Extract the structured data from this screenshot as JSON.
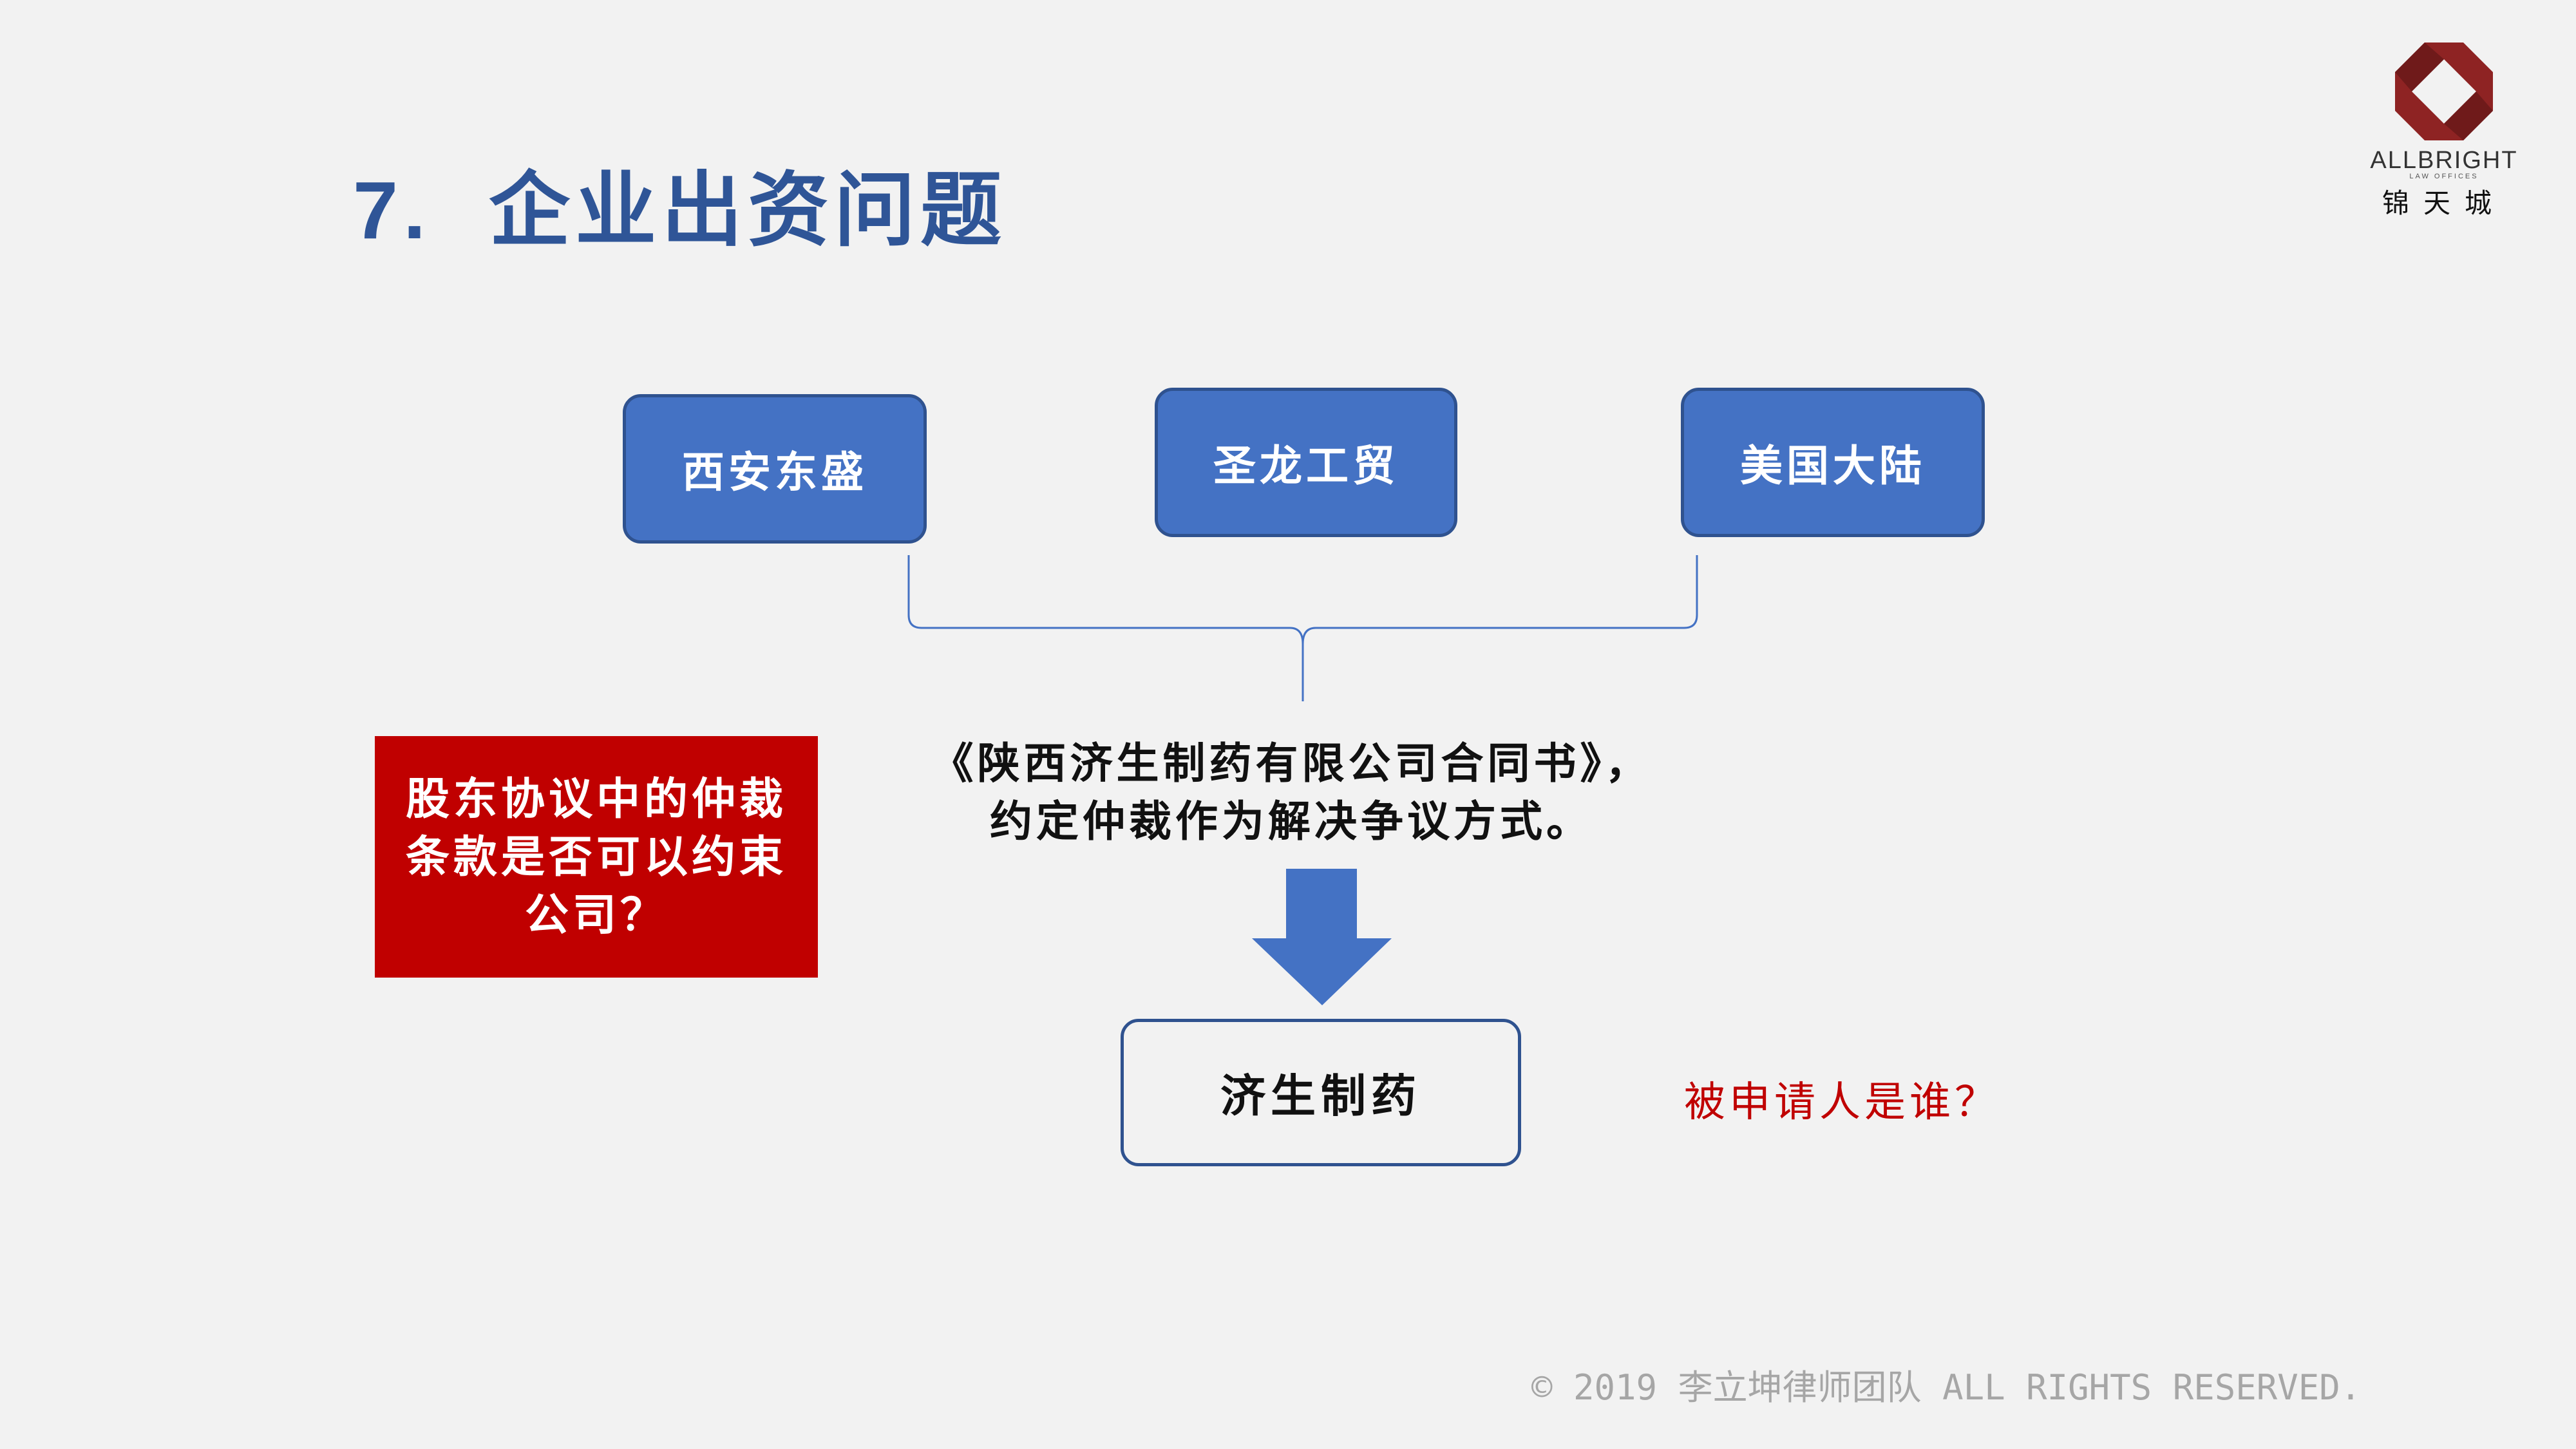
{
  "slide": {
    "title_number": "7.",
    "title": "企业出资问题",
    "parties": [
      "西安东盛",
      "圣龙工贸",
      "美国大陆"
    ],
    "question_box": "股东协议中的仲裁条款是否可以约束公司？",
    "contract_line1": "《陕西济生制药有限公司合同书》，",
    "contract_line2": "约定仲裁作为解决争议方式。",
    "target_company": "济生制药",
    "respondent_question": "被申请人是谁？",
    "footer": "© 2019 李立坤律师团队 ALL RIGHTS RESERVED."
  },
  "logo": {
    "name": "ALLBRIGHT",
    "subtitle": "LAW OFFICES",
    "chinese": "锦天城"
  },
  "colors": {
    "title": "#2f5597",
    "party_fill": "#4472c4",
    "question_fill": "#c00000",
    "question_text": "#c00000"
  }
}
